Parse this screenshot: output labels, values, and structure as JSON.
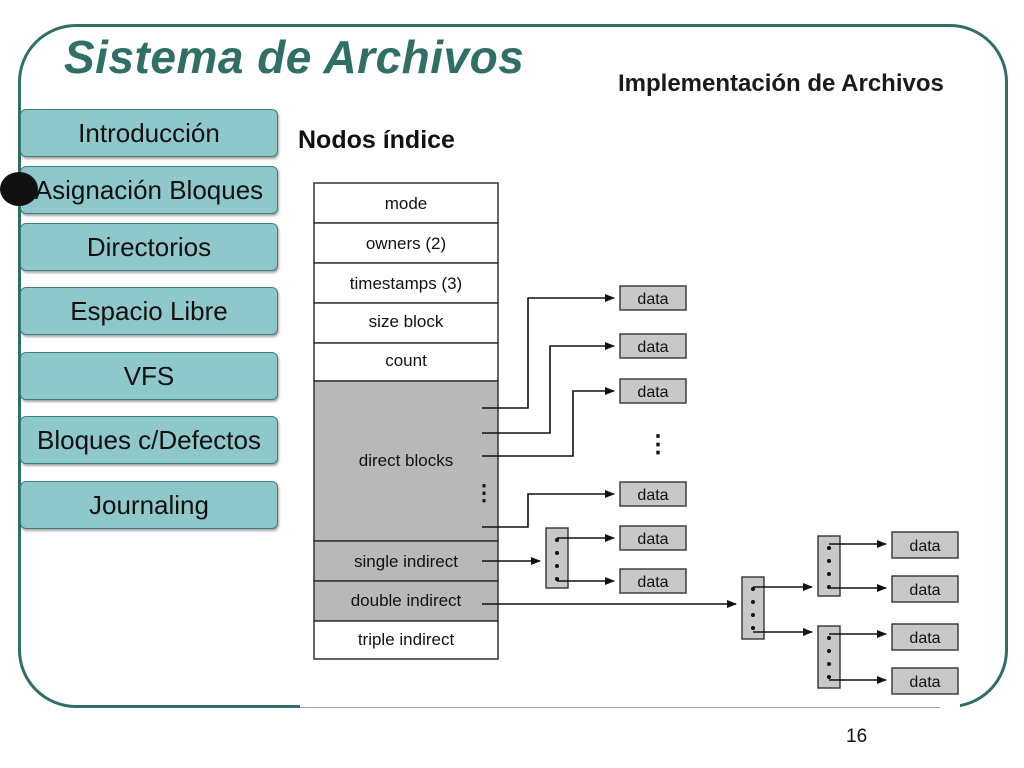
{
  "slide": {
    "title": "Sistema de Archivos",
    "subtitle": "Implementación de Archivos",
    "section_heading": "Nodos índice",
    "page_number": "16"
  },
  "nav": {
    "items": [
      {
        "label": "Introducción"
      },
      {
        "label": "Asignación Bloques",
        "active": true
      },
      {
        "label": "Directorios"
      },
      {
        "label": "Espacio Libre"
      },
      {
        "label": "VFS"
      },
      {
        "label": "Bloques c/Defectos"
      },
      {
        "label": "Journaling"
      }
    ]
  },
  "diagram": {
    "inode_fields": [
      "mode",
      "owners (2)",
      "timestamps (3)",
      "size block",
      "count",
      "direct blocks",
      "single indirect",
      "double indirect",
      "triple indirect"
    ],
    "data_label": "data",
    "ellipsis": "⋮"
  },
  "colors": {
    "accent": "#2f6f66",
    "nav_fill": "#8fc8cb",
    "nav_border": "#3d7f7a",
    "data_block_fill": "#c8c8c8",
    "gray_cell_fill": "#b8b8b8"
  }
}
